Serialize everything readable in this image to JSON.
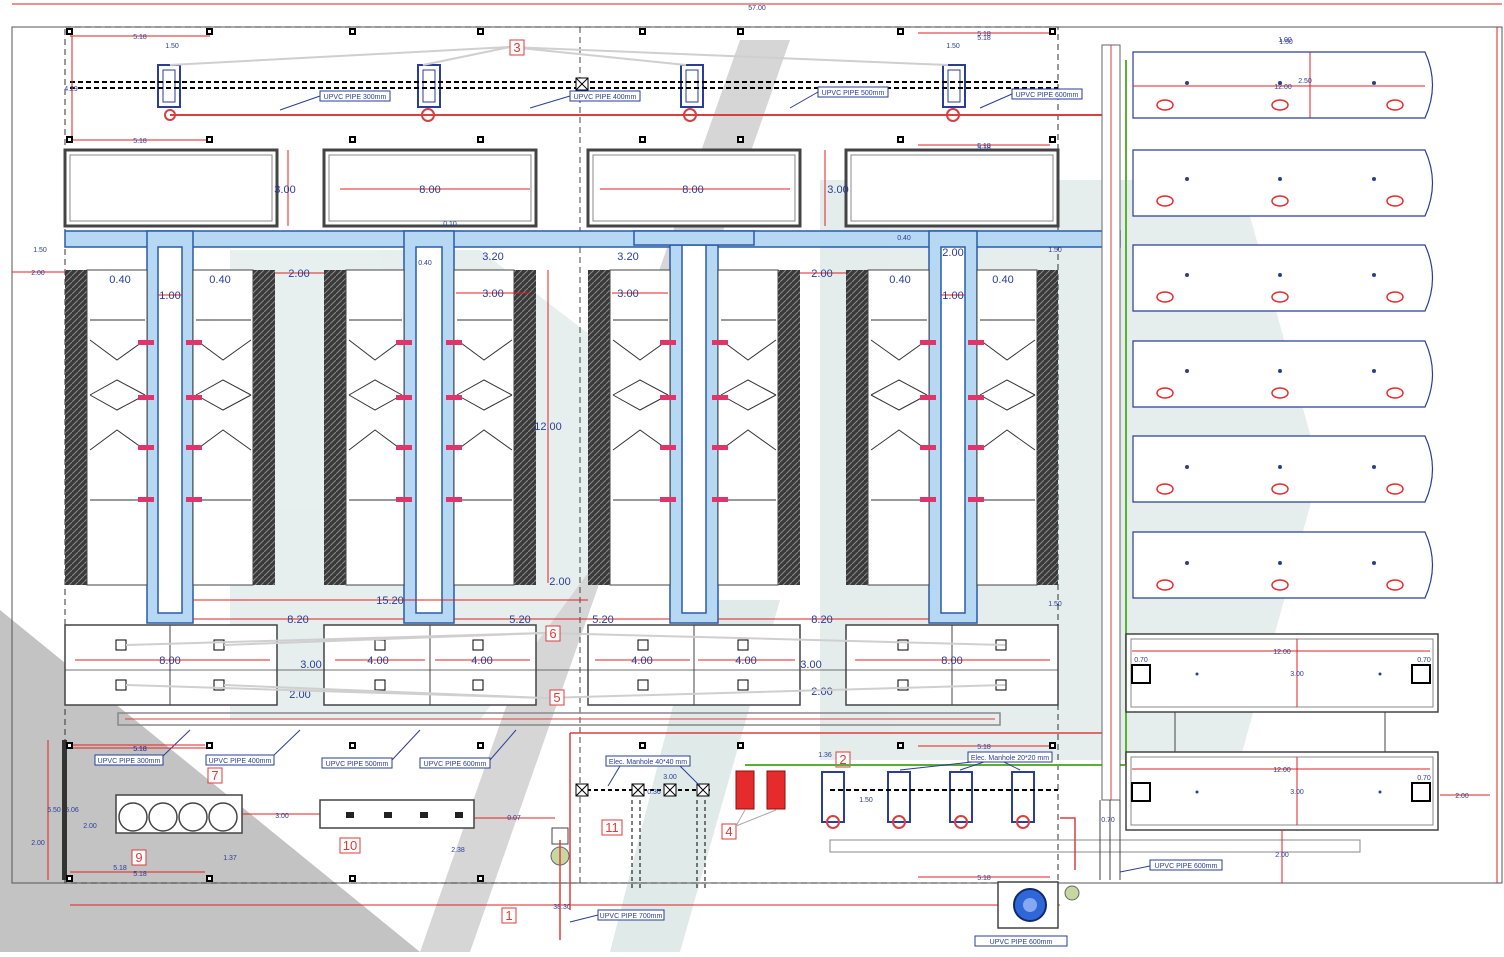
{
  "drawing": {
    "overall_dims": {
      "total_width": "57.00",
      "inner_width": "38.30"
    },
    "callouts": {
      "c1": "1",
      "c2": "2",
      "c3": "3",
      "c4": "4",
      "c5": "5",
      "c6": "6",
      "c7": "7",
      "c9": "9",
      "c10": "10",
      "c11": "11"
    },
    "pipes": {
      "p300_top": "UPVC PIPE 300mm",
      "p400_top": "UPVC PIPE 400mm",
      "p500_top": "UPVC PIPE 500mm",
      "p600_top": "UPVC PIPE 600mm",
      "p300_bot": "UPVC PIPE 300mm",
      "p400_bot": "UPVC PIPE 400mm",
      "p500_bot": "UPVC PIPE 500mm",
      "p600_bot": "UPVC PIPE 600mm",
      "p600_right": "UPVC PIPE 600mm",
      "p700": "UPVC PIPE 700mm",
      "p600_pump": "UPVC PIPE 600mm"
    },
    "manholes": {
      "m40": "Elec. Manhole 40*40 mm",
      "m20": "Elec. Manhole 20*20 mm"
    },
    "dims": {
      "d_300a": "3.00",
      "d_800a": "8.00",
      "d_800b": "8.00",
      "d_300b": "3.00",
      "d_040a": "0.40",
      "d_100a": "1.00",
      "d_040b": "0.40",
      "d_200a": "2.00",
      "d_320": "3.20",
      "d_300c": "3.00",
      "d_320b": "3.20",
      "d_300d": "3.00",
      "d_200b": "2.00",
      "d_040c": "0.40",
      "d_100b": "1.00",
      "d_040d": "0.40",
      "d_200c": "2.00",
      "d_1200": "12.00",
      "d_200d": "2.00",
      "d_1520": "15.20",
      "d_820a": "8.20",
      "d_520a": "5.20",
      "d_520b": "5.20",
      "d_820b": "8.20",
      "d_800c": "8.00",
      "d_400a": "4.00",
      "d_400b": "4.00",
      "d_400c": "4.00",
      "d_400d": "4.00",
      "d_800d": "8.00",
      "d_300e": "3.00",
      "d_300f": "3.00",
      "d_200e": "2.00",
      "d_200f": "2.00"
    },
    "small_dims": {
      "s1": "5.18",
      "s2": "1.50",
      "s3": "4.29",
      "s4": "5.18",
      "s5": "1.50",
      "s6": "5.18",
      "s7": "5.18",
      "s8": "1.50",
      "s9": "2.00",
      "s10": "1.50",
      "s11": "0.10",
      "s12": "0.40",
      "s13": "0.40",
      "s14": "2.00",
      "s15": "1.50",
      "s16": "5.18",
      "s17": "5.18",
      "s18": "5.18",
      "s19": "1.50",
      "s20": "12.00",
      "s21": "2.50",
      "s22": "12.00",
      "s23": "3.00",
      "s24": "0.70",
      "s25": "0.70",
      "s26": "12.00",
      "s27": "3.00",
      "s28": "0.70",
      "s29": "0.70",
      "s30": "2.00",
      "s31": "5.50",
      "s32": "5.06",
      "s33": "2.00",
      "s34": "1.37",
      "s35": "3.00",
      "s36": "0.07",
      "s37": "2.38",
      "s38": "2.00",
      "s39": "1.36",
      "s40": "1.50",
      "s41": "3.00",
      "s42": "0.36",
      "s43": "5.18",
      "s44": "5.18",
      "s45": "5.18",
      "s46": "5.18",
      "s47": "1.00",
      "s48": "5.18"
    }
  }
}
